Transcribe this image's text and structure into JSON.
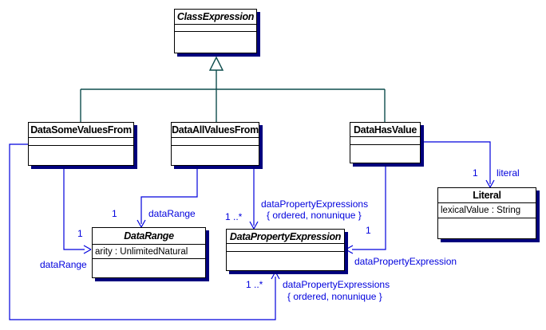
{
  "colors": {
    "border": "#000000",
    "shadow": "#00007d",
    "inheritance": "#0e4d4d",
    "association": "#0000dd",
    "fill": "#ffffff",
    "text": "#000000"
  },
  "classes": [
    {
      "name": "ClassExpression",
      "abstract": true,
      "attributes": []
    },
    {
      "name": "DataSomeValuesFrom",
      "abstract": false,
      "attributes": []
    },
    {
      "name": "DataAllValuesFrom",
      "abstract": false,
      "attributes": []
    },
    {
      "name": "DataHasValue",
      "abstract": false,
      "attributes": []
    },
    {
      "name": "DataRange",
      "abstract": true,
      "attributes": [
        "arity : UnlimitedNatural"
      ]
    },
    {
      "name": "DataPropertyExpression",
      "abstract": true,
      "attributes": []
    },
    {
      "name": "Literal",
      "abstract": false,
      "attributes": [
        "lexicalValue : String"
      ]
    }
  ],
  "generalizations": [
    {
      "from": "DataSomeValuesFrom",
      "to": "ClassExpression"
    },
    {
      "from": "DataAllValuesFrom",
      "to": "ClassExpression"
    },
    {
      "from": "DataHasValue",
      "to": "ClassExpression"
    }
  ],
  "edges": {
    "some_to_range": {
      "from": "DataSomeValuesFrom",
      "to": "DataRange",
      "multiplicity": "1",
      "role": "dataRange"
    },
    "all_to_range": {
      "from": "DataAllValuesFrom",
      "to": "DataRange",
      "multiplicity": "1",
      "role": "dataRange"
    },
    "all_to_dpe": {
      "from": "DataAllValuesFrom",
      "to": "DataPropertyExpression",
      "multiplicity": "1 ..*",
      "role": "dataPropertyExpressions",
      "constraint": "{ ordered, nonunique }"
    },
    "has_to_literal": {
      "from": "DataHasValue",
      "to": "Literal",
      "multiplicity": "1",
      "role": "literal"
    },
    "has_to_dpe": {
      "from": "DataHasValue",
      "to": "DataPropertyExpression",
      "multiplicity": "1",
      "role": "dataPropertyExpression"
    },
    "some_to_dpe": {
      "from": "DataSomeValuesFrom",
      "to": "DataPropertyExpression",
      "multiplicity": "1 ..*",
      "role": "dataPropertyExpressions",
      "constraint": "{ ordered, nonunique }"
    }
  }
}
